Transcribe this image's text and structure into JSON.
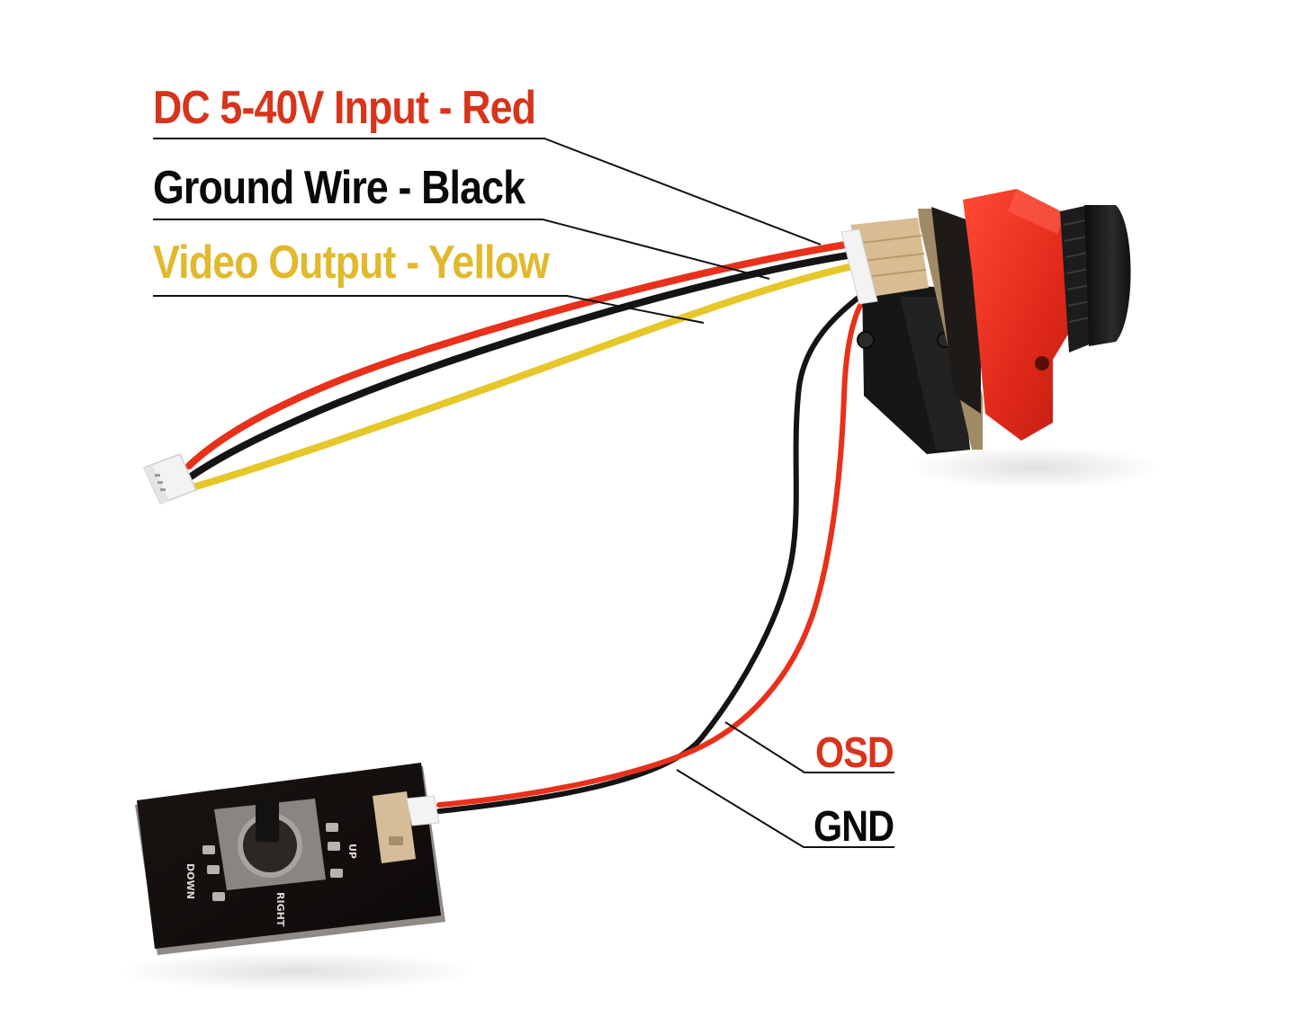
{
  "diagram": {
    "subject": "FPV micro camera wiring with OSD joystick board",
    "colors": {
      "background": "#ffffff",
      "red_label": "#d8341c",
      "black_label": "#0a0a0a",
      "yellow_label": "#e0b92c",
      "wire_red": "#e8301a",
      "wire_black": "#141414",
      "wire_yellow": "#e6c72a",
      "camera_body": "#e52a1a",
      "leader_line": "#111111"
    },
    "labels": {
      "power": "DC 5-40V Input - Red",
      "ground": "Ground Wire - Black",
      "video": "Video Output - Yellow",
      "osd": "OSD",
      "gnd": "GND"
    },
    "pcb_markings": {
      "up": "UP",
      "down": "DOWN",
      "right": "RIGHT"
    }
  }
}
